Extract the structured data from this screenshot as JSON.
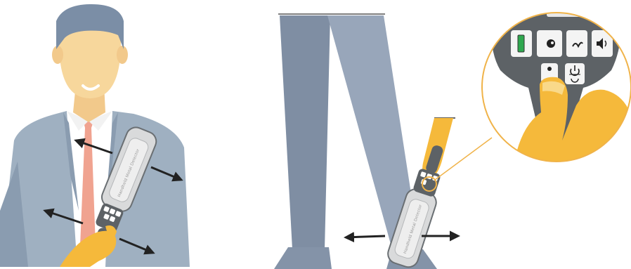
{
  "illustration": {
    "scenes": [
      {
        "id": "torso-scan",
        "subject": "man-in-suit"
      },
      {
        "id": "leg-scan",
        "subject": "legs"
      }
    ],
    "wand": {
      "label_text": "Handheld Metal Detector"
    },
    "keypad_zoom": {
      "buttons": [
        {
          "icon": "battery-icon"
        },
        {
          "icon": "sensitivity-icon"
        },
        {
          "icon": "vibration-icon"
        },
        {
          "icon": "volume-icon"
        },
        {
          "icon": "person-icon"
        },
        {
          "icon": "power-icon"
        }
      ]
    },
    "colors": {
      "skin": "#f7d79c",
      "hair": "#7b8ea6",
      "suit": "#9fb0c1",
      "suit_dark": "#7f91a4",
      "tie": "#f0a390",
      "pants": "#8e9db2",
      "pants_dark": "#7a8aa0",
      "device_gray": "#5d6266",
      "device_light": "#8b9096",
      "hand": "#f5b93b",
      "zoom_ring": "#f0b349",
      "arrow": "#222222"
    }
  }
}
